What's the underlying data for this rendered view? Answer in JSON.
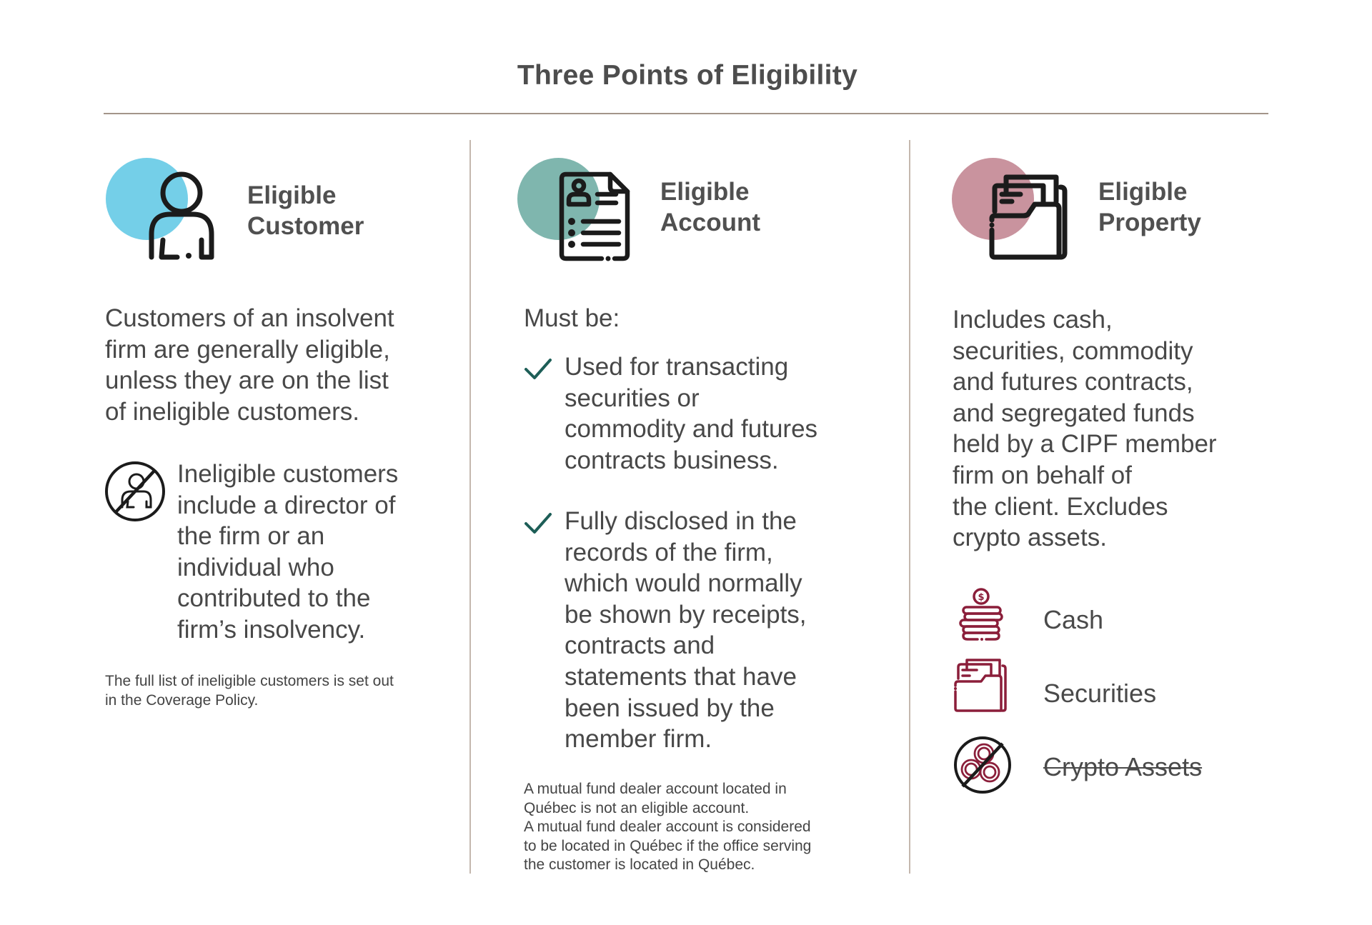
{
  "page": {
    "title": "Three Points of Eligibility"
  },
  "colors": {
    "customer_accent": "#74cfe8",
    "account_accent": "#7fb6ae",
    "property_accent": "#c9939e",
    "check_color": "#1d5e57",
    "property_icon_color": "#8b1e3a",
    "rule_color": "#a3958a",
    "text_color": "#4a4a4a"
  },
  "columns": [
    {
      "id": "customer",
      "icon": "person-icon",
      "heading": [
        "Eligible",
        "Customer"
      ],
      "body_lines": [
        "Customers of an insolvent",
        "firm are generally eligible,",
        "unless they are on the list",
        "of ineligible customers."
      ],
      "ineligible": {
        "icon": "no-person-icon",
        "lines": [
          "Ineligible customers",
          "include a director of",
          "the firm or an",
          "individual who",
          "contributed to the",
          "firm’s insolvency."
        ]
      },
      "note_lines": [
        "The full list of ineligible customers is set out",
        "in the Coverage Policy."
      ]
    },
    {
      "id": "account",
      "icon": "document-profile-icon",
      "heading": [
        "Eligible",
        "Account"
      ],
      "intro": "Must be:",
      "criteria": [
        {
          "icon": "check-icon",
          "lines": [
            "Used for transacting",
            "securities or",
            "commodity and futures",
            "contracts business."
          ]
        },
        {
          "icon": "check-icon",
          "lines": [
            "Fully disclosed in the",
            "records of the firm,",
            "which would normally",
            "be shown by receipts,",
            "contracts and",
            "statements that have",
            "been issued by the",
            "member firm."
          ]
        }
      ],
      "note_lines": [
        "A mutual fund dealer account located in",
        "Québec is not an eligible account.",
        "A mutual fund dealer account is considered",
        "to be located in Québec if the office serving",
        "the customer is located in Québec."
      ]
    },
    {
      "id": "property",
      "icon": "folder-icon",
      "heading": [
        "Eligible",
        "Property"
      ],
      "body_lines": [
        "Includes cash,",
        "securities, commodity",
        "and futures contracts,",
        "and segregated funds",
        "held by a CIPF member",
        "firm on behalf of",
        "the client. Excludes",
        "crypto assets."
      ],
      "items": [
        {
          "icon": "coin-stack-icon",
          "label": "Cash",
          "excluded": false
        },
        {
          "icon": "folder-icon",
          "label": "Securities",
          "excluded": false
        },
        {
          "icon": "no-crypto-icon",
          "label": "Crypto Assets",
          "excluded": true
        }
      ]
    }
  ]
}
